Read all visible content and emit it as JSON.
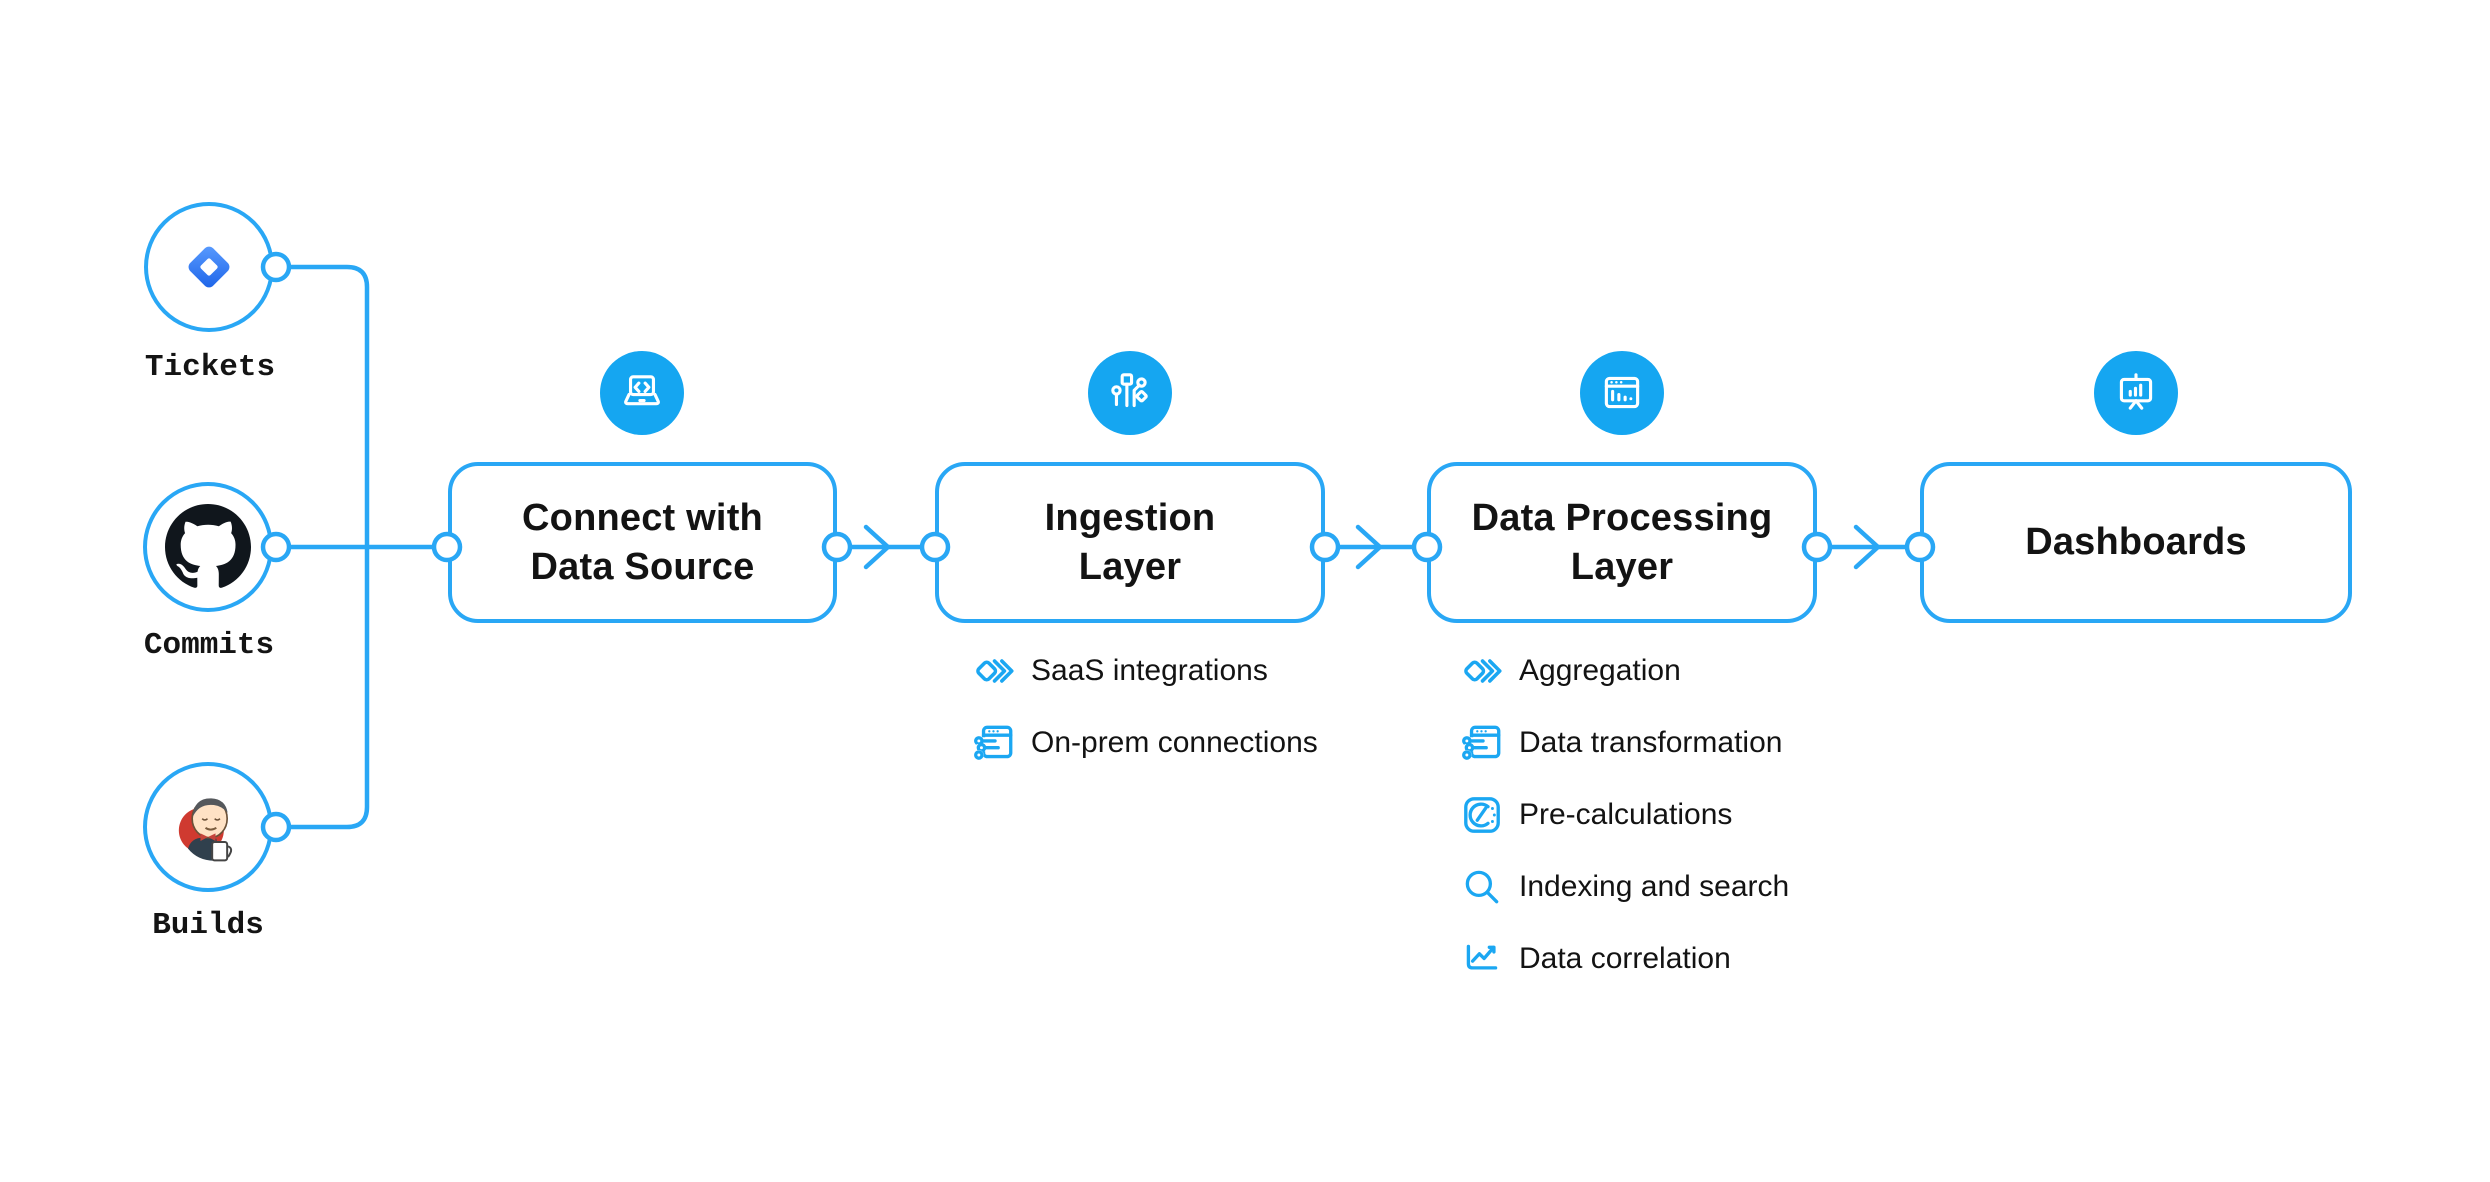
{
  "colors": {
    "accent": "#29a7f5",
    "icon_fill": "#15a6f1",
    "text": "#131313"
  },
  "sources": [
    {
      "label": "Tickets",
      "icon": "jira-icon"
    },
    {
      "label": "Commits",
      "icon": "github-icon"
    },
    {
      "label": "Builds",
      "icon": "jenkins-icon"
    }
  ],
  "stages": [
    {
      "title": "Connect with\nData Source",
      "icon": "laptop-code-icon",
      "items": []
    },
    {
      "title": "Ingestion\nLayer",
      "icon": "circuit-icon",
      "items": [
        {
          "icon": "diamonds-icon",
          "label": "SaaS integrations"
        },
        {
          "icon": "window-sliders-icon",
          "label": "On-prem connections"
        }
      ]
    },
    {
      "title": "Data Processing\nLayer",
      "icon": "window-chart-icon",
      "items": [
        {
          "icon": "diamonds-icon",
          "label": "Aggregation"
        },
        {
          "icon": "window-sliders-icon",
          "label": "Data transformation"
        },
        {
          "icon": "gauge-icon",
          "label": "Pre-calculations"
        },
        {
          "icon": "search-icon",
          "label": "Indexing and search"
        },
        {
          "icon": "line-chart-icon",
          "label": "Data correlation"
        }
      ]
    },
    {
      "title": "Dashboards",
      "icon": "presentation-chart-icon",
      "items": []
    }
  ]
}
